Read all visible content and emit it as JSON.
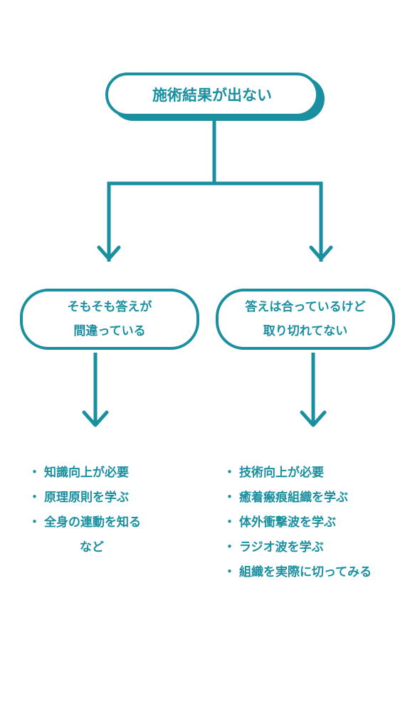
{
  "colors": {
    "accent": "#1a8fa0",
    "background": "#ffffff"
  },
  "root": {
    "label": "施術結果が出ない"
  },
  "left_branch": {
    "line1": "そもそも答えが",
    "line2": "間違っている",
    "bullets": [
      "知識向上が必要",
      "原理原則を学ぶ",
      "全身の連動を知る"
    ],
    "suffix": "など",
    "bullet_marker": "・"
  },
  "right_branch": {
    "line1": "答えは合っているけど",
    "line2": "取り切れてない",
    "bullets": [
      "技術向上が必要",
      "癒着瘢痕組織を学ぶ",
      "体外衝撃波を学ぶ",
      "ラジオ波を学ぶ",
      "組織を実際に切ってみる"
    ],
    "bullet_marker": "・"
  }
}
